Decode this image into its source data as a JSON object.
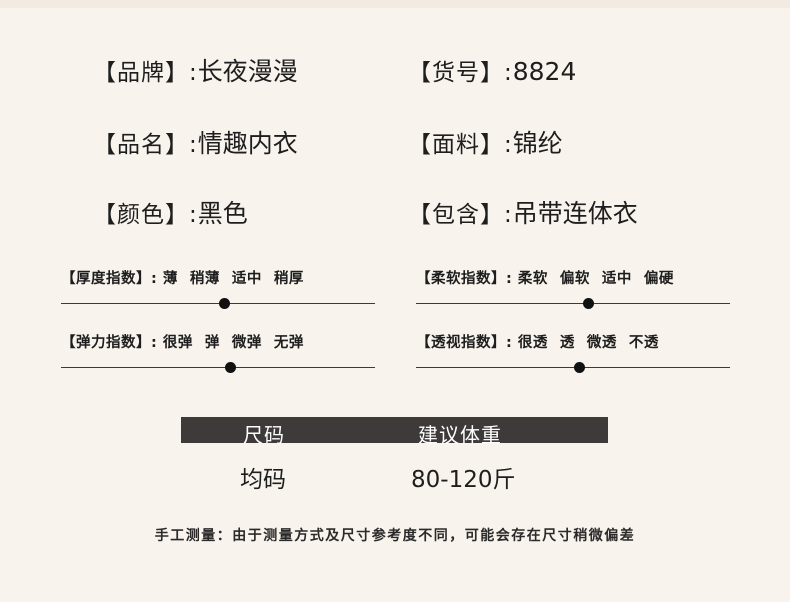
{
  "specs": {
    "brand": {
      "label": "【品牌】:",
      "value": "长夜漫漫"
    },
    "item_no": {
      "label": "【货号】:",
      "value": "8824"
    },
    "name": {
      "label": "【品名】:",
      "value": "情趣内衣"
    },
    "fabric": {
      "label": "【面料】:",
      "value": "锦纶"
    },
    "color": {
      "label": "【颜色】:",
      "value": "黑色"
    },
    "includes": {
      "label": "【包含】:",
      "value": "吊带连体衣"
    }
  },
  "scales": {
    "thickness": {
      "label": "【厚度指数】:",
      "options": [
        "薄",
        "稍薄",
        "适中",
        "稍厚"
      ],
      "level": 0.52
    },
    "softness": {
      "label": "【柔软指数】:",
      "options": [
        "柔软",
        "偏软",
        "适中",
        "偏硬"
      ],
      "level": 0.55
    },
    "elasticity": {
      "label": "【弹力指数】:",
      "options": [
        "很弹",
        "弹",
        "微弹",
        "无弹"
      ],
      "level": 0.54
    },
    "transparency": {
      "label": "【透视指数】:",
      "options": [
        "很透",
        "透",
        "微透",
        "不透"
      ],
      "level": 0.52
    }
  },
  "size_table": {
    "headers": [
      "尺码",
      "建议体重"
    ],
    "rows": [
      [
        "均码",
        "80-120斤"
      ]
    ]
  },
  "footer": "手工测量：由于测量方式及尺寸参考度不同，可能会存在尺寸稍微偏差",
  "colors": {
    "background": "#f8f3ec",
    "header_bg": "#3e3a39",
    "text": "#1e1e1e"
  }
}
